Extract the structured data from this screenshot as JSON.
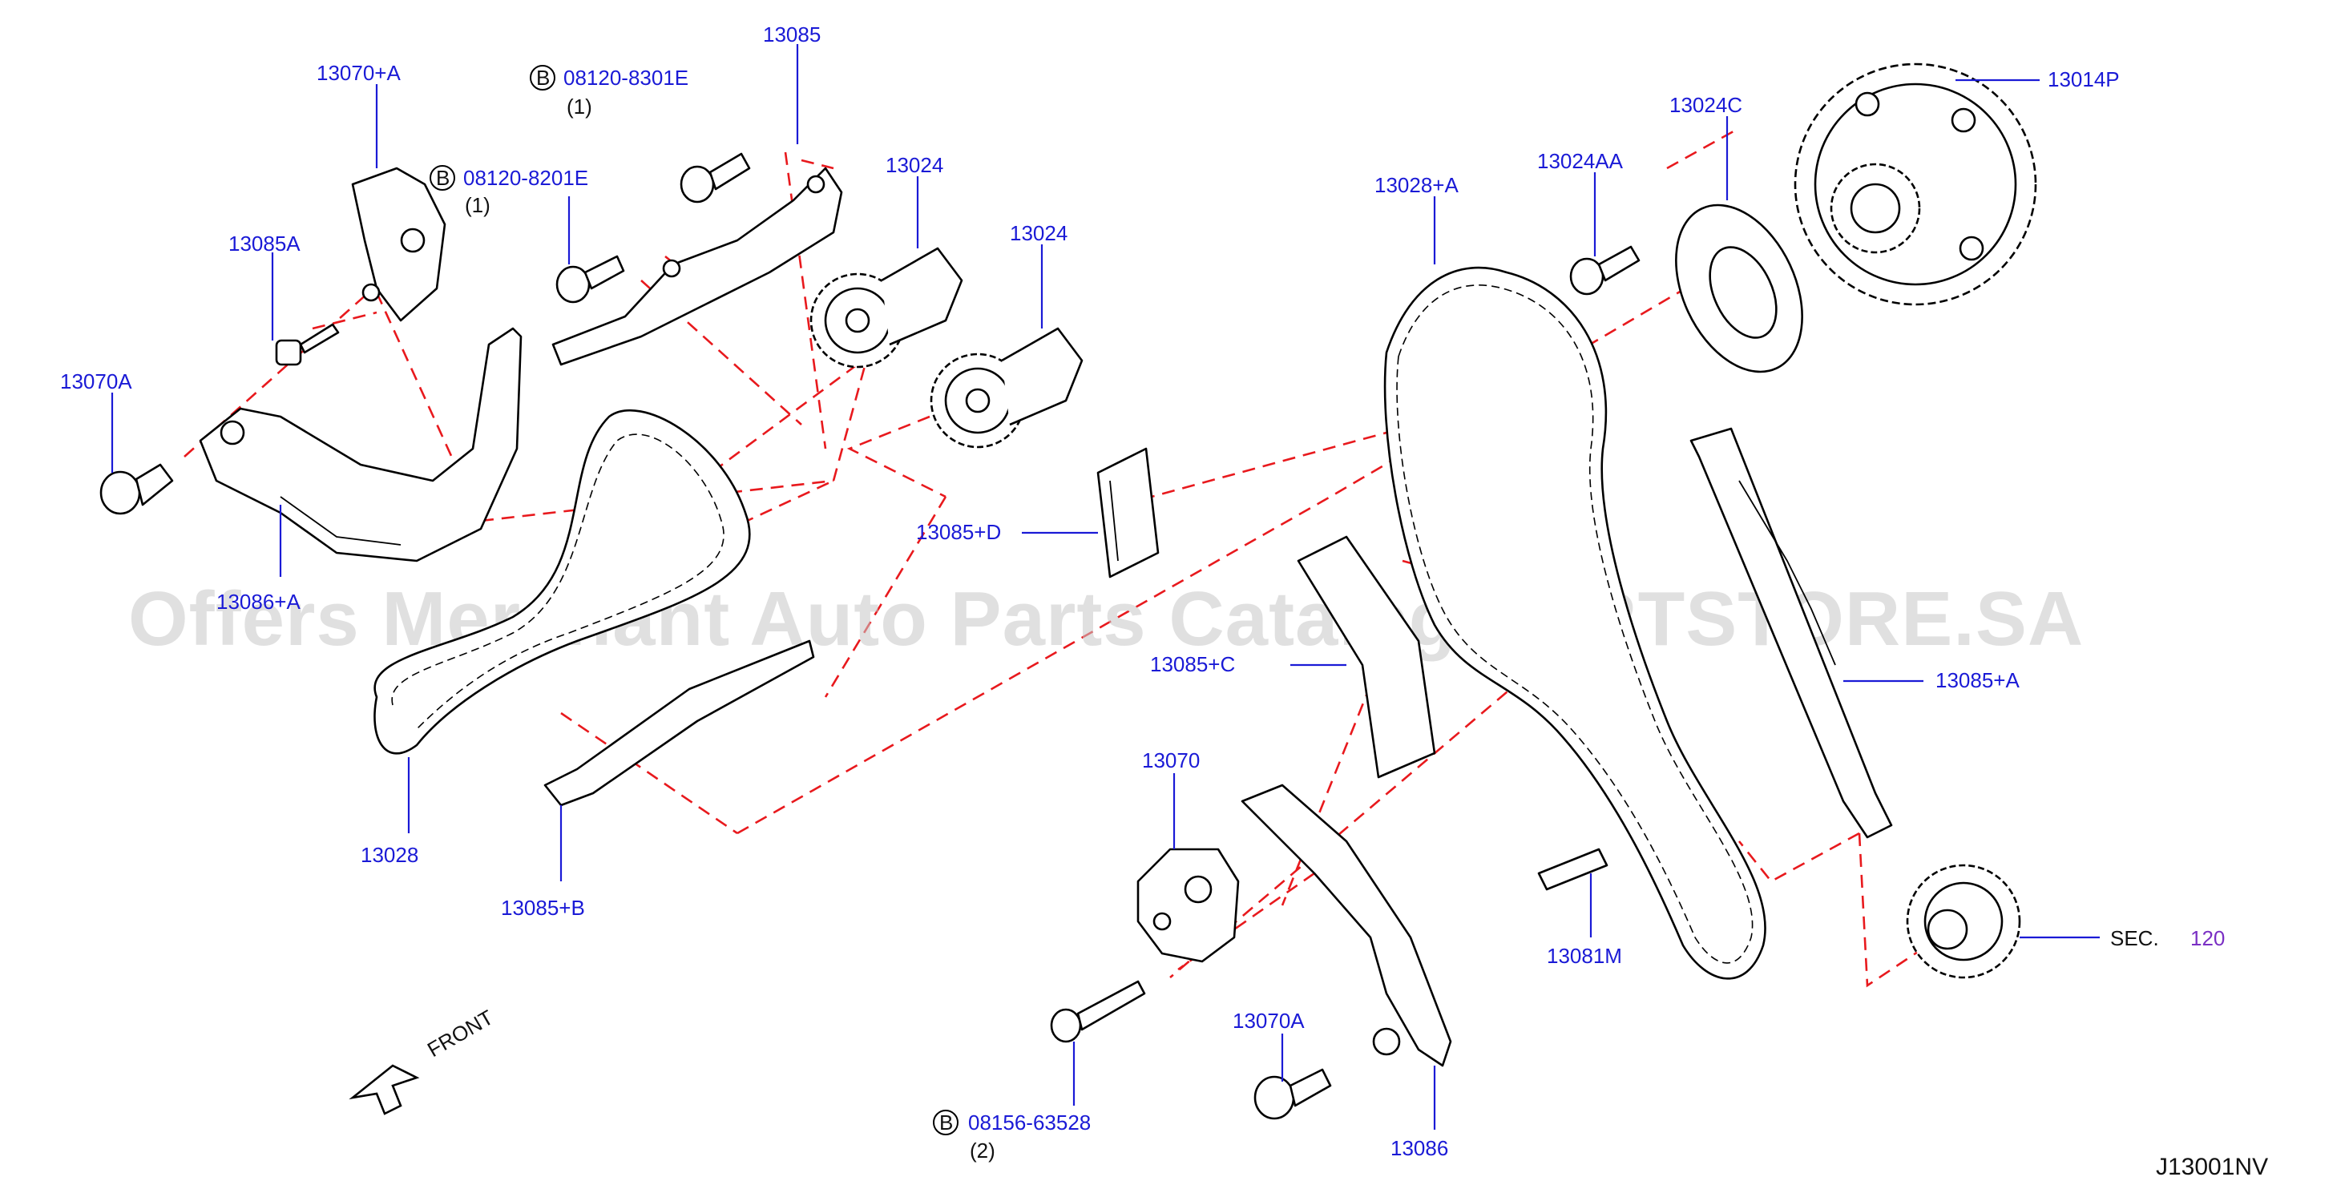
{
  "labels": {
    "p13070a_plus": "13070+A",
    "p08120_8301e": "08120-8301E",
    "p08120_8301e_qty": "(1)",
    "p13085_top": "13085",
    "p08120_8201e": "08120-8201E",
    "p08120_8201e_qty": "(1)",
    "p13085a": "13085A",
    "p13070a_left": "13070A",
    "p13086_plus_a": "13086+A",
    "p13024_a": "13024",
    "p13024_b": "13024",
    "p13028_plus_a": "13028+A",
    "p13024aa": "13024AA",
    "p13024c": "13024C",
    "p13014p": "13014P",
    "p13085_plus_d": "13085+D",
    "p13085_plus_c": "13085+C",
    "p13085_plus_a": "13085+A",
    "p13028": "13028",
    "p13085_plus_b": "13085+B",
    "p13070": "13070",
    "p13081m": "13081M",
    "sec_prefix": "SEC.",
    "sec_number": "120",
    "p13070a_right": "13070A",
    "p08156_63528": "08156-63528",
    "p08156_63528_qty": "(2)",
    "p13086": "13086",
    "front": "FRONT",
    "circle_b": "B"
  },
  "diagram_code": "J13001NV",
  "watermark": "Offers Merchant Auto Parts Catalog PARTSTORE.SA",
  "colors": {
    "part_number": "#1a1ad6",
    "section_ref": "#7a2fc4",
    "dashed_line": "#e8191d",
    "outline": "#000000",
    "watermark": "#c8c8c8"
  }
}
